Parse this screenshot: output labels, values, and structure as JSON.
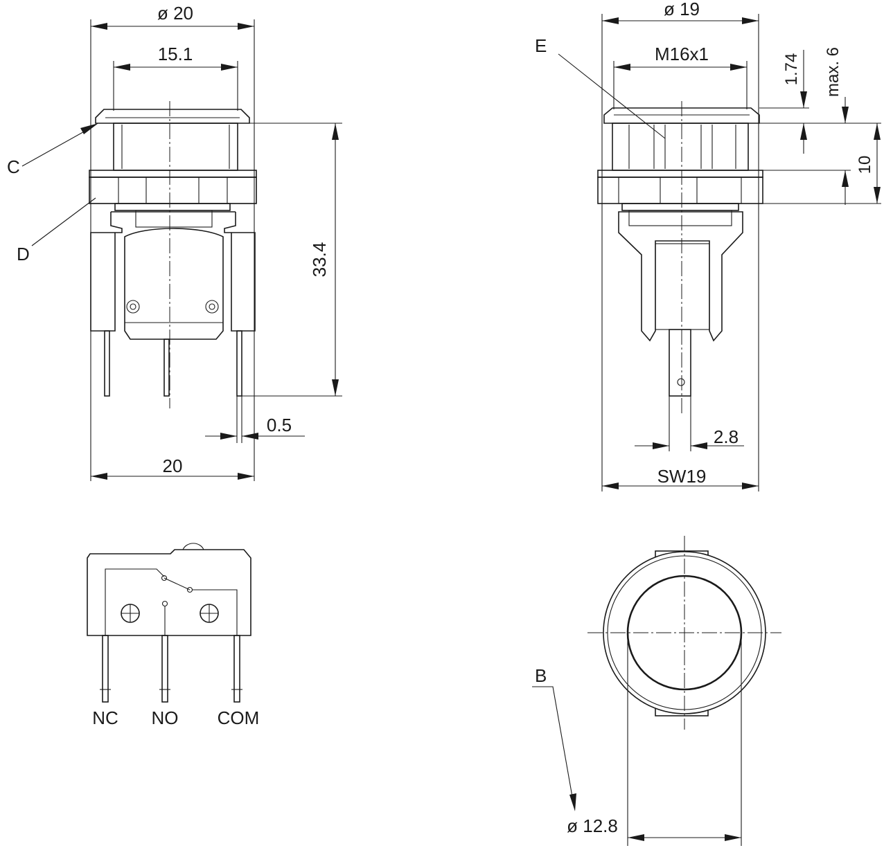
{
  "front_view": {
    "dim_outer_diameter": "ø 20",
    "dim_cap_width": "15.1",
    "dim_height": "33.4",
    "dim_pin_thickness": "0.5",
    "dim_body_width": "20",
    "callout_c": "C",
    "callout_d": "D"
  },
  "side_view": {
    "dim_outer_diameter": "ø 19",
    "dim_thread": "M16x1",
    "dim_cap_thickness": "1.74",
    "dim_max_panel": "max. 6",
    "dim_nut_height": "10",
    "dim_pin_width": "2.8",
    "dim_wrench": "SW19",
    "callout_e": "E"
  },
  "schematic": {
    "terminal_nc": "NC",
    "terminal_no": "NO",
    "terminal_com": "COM"
  },
  "top_view": {
    "callout_b": "B",
    "dim_button_diameter": "ø 12.8"
  }
}
